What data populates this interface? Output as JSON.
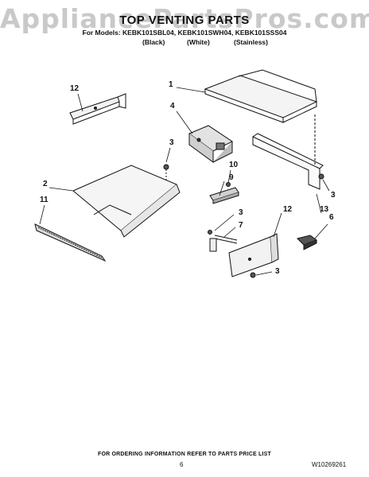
{
  "watermark": "AppliancePartsPros.com",
  "title": "TOP VENTING PARTS",
  "models_line": "For Models: KEBK101SBL04, KEBK101SWH04, KEBK101SSS04",
  "colors": [
    "(Black)",
    "(White)",
    "(Stainless)"
  ],
  "callouts": [
    "1",
    "4",
    "12",
    "3",
    "2",
    "11",
    "10",
    "9",
    "3",
    "13",
    "6",
    "3",
    "12",
    "7",
    "3"
  ],
  "footer": "FOR ORDERING INFORMATION REFER TO PARTS PRICE LIST",
  "page_number": "6",
  "document_number": "W10269261"
}
